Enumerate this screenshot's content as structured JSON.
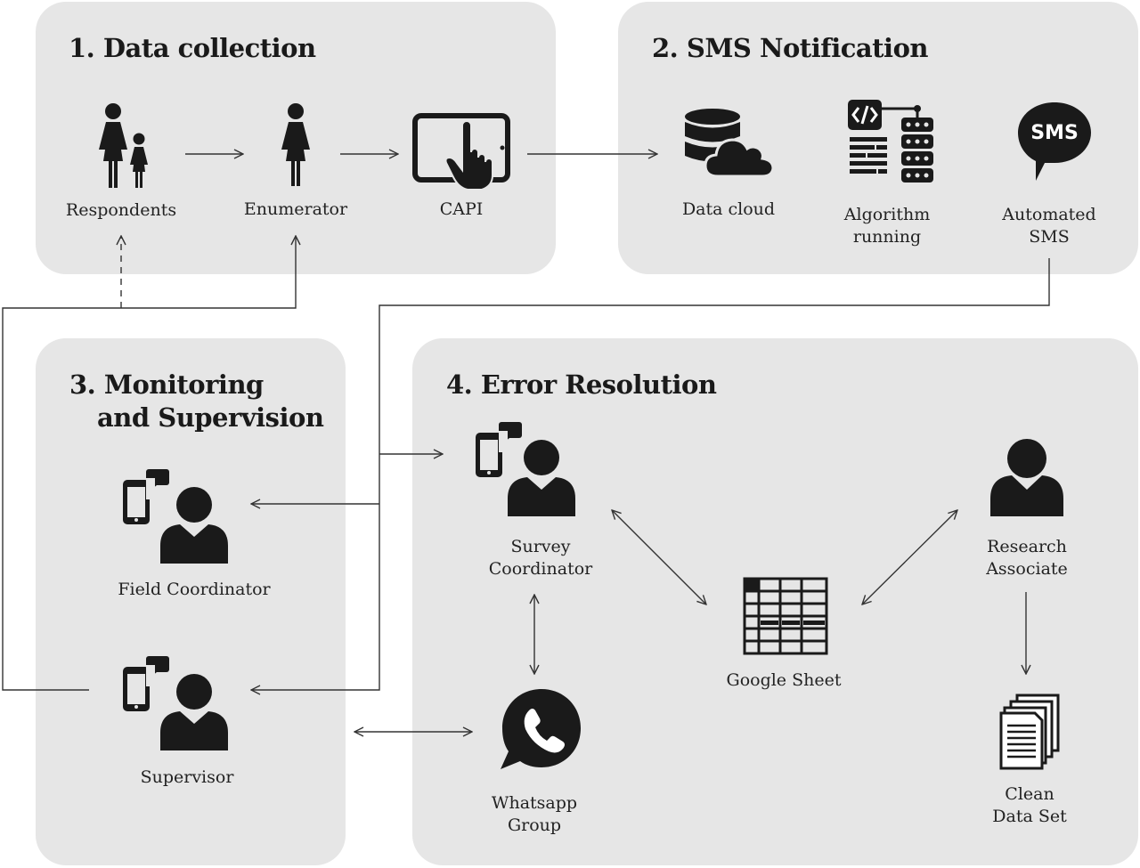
{
  "panels": {
    "data_collection": {
      "title": "1. Data collection",
      "respondents": "Respondents",
      "enumerator": "Enumerator",
      "capi": "CAPI"
    },
    "sms_notification": {
      "title": "2. SMS Notification",
      "data_cloud": "Data cloud",
      "algorithm_line1": "Algorithm",
      "algorithm_line2": "running",
      "automated_line1": "Automated",
      "automated_line2": "SMS",
      "sms_icon_text": "SMS"
    },
    "monitoring": {
      "title_line1": "3. Monitoring",
      "title_line2": "and Supervision",
      "field_coordinator": "Field Coordinator",
      "supervisor": "Supervisor"
    },
    "error_resolution": {
      "title": "4. Error Resolution",
      "survey_line1": "Survey",
      "survey_line2": "Coordinator",
      "google_sheet": "Google Sheet",
      "research_line1": "Research",
      "research_line2": "Associate",
      "whatsapp_line1": "Whatsapp",
      "whatsapp_line2": "Group",
      "clean_line1": "Clean",
      "clean_line2": "Data Set"
    }
  },
  "colors": {
    "panel": "#e6e6e6",
    "icon": "#1a1a1a",
    "line": "#333333"
  }
}
